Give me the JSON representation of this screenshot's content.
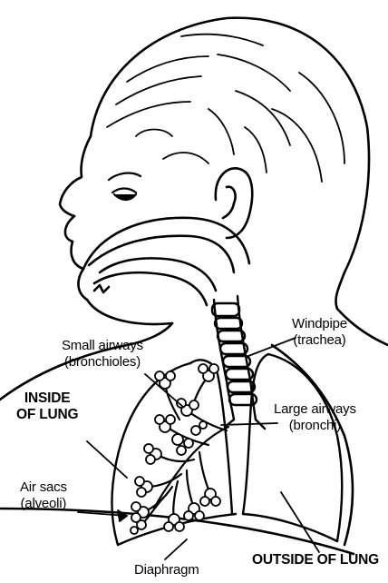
{
  "labels": {
    "small_airways": [
      "Small airways",
      "(bronchioles)"
    ],
    "windpipe": [
      "Windpipe",
      "(trachea)"
    ],
    "inside_lung": [
      "INSIDE",
      "OF LUNG"
    ],
    "large_airways": [
      "Large airways",
      "(bronchi)"
    ],
    "air_sacs": [
      "Air sacs",
      "(alveoli)"
    ],
    "diaphragm": "Diaphragm",
    "outside_lung": "OUTSIDE OF LUNG"
  },
  "colors": {
    "ink": "#000000",
    "paper": "#ffffff"
  }
}
